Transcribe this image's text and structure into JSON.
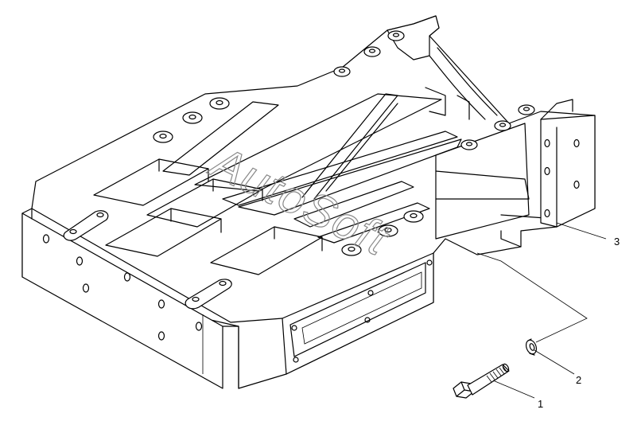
{
  "callouts": [
    {
      "id": "1",
      "label": "1",
      "part": "bolt"
    },
    {
      "id": "2",
      "label": "2",
      "part": "washer"
    },
    {
      "id": "3",
      "label": "3",
      "part": "housing-bracket"
    }
  ],
  "watermark": {
    "text": "AutoSoft"
  },
  "colors": {
    "line": "#000000",
    "background": "#ffffff",
    "watermark": "#888888"
  }
}
